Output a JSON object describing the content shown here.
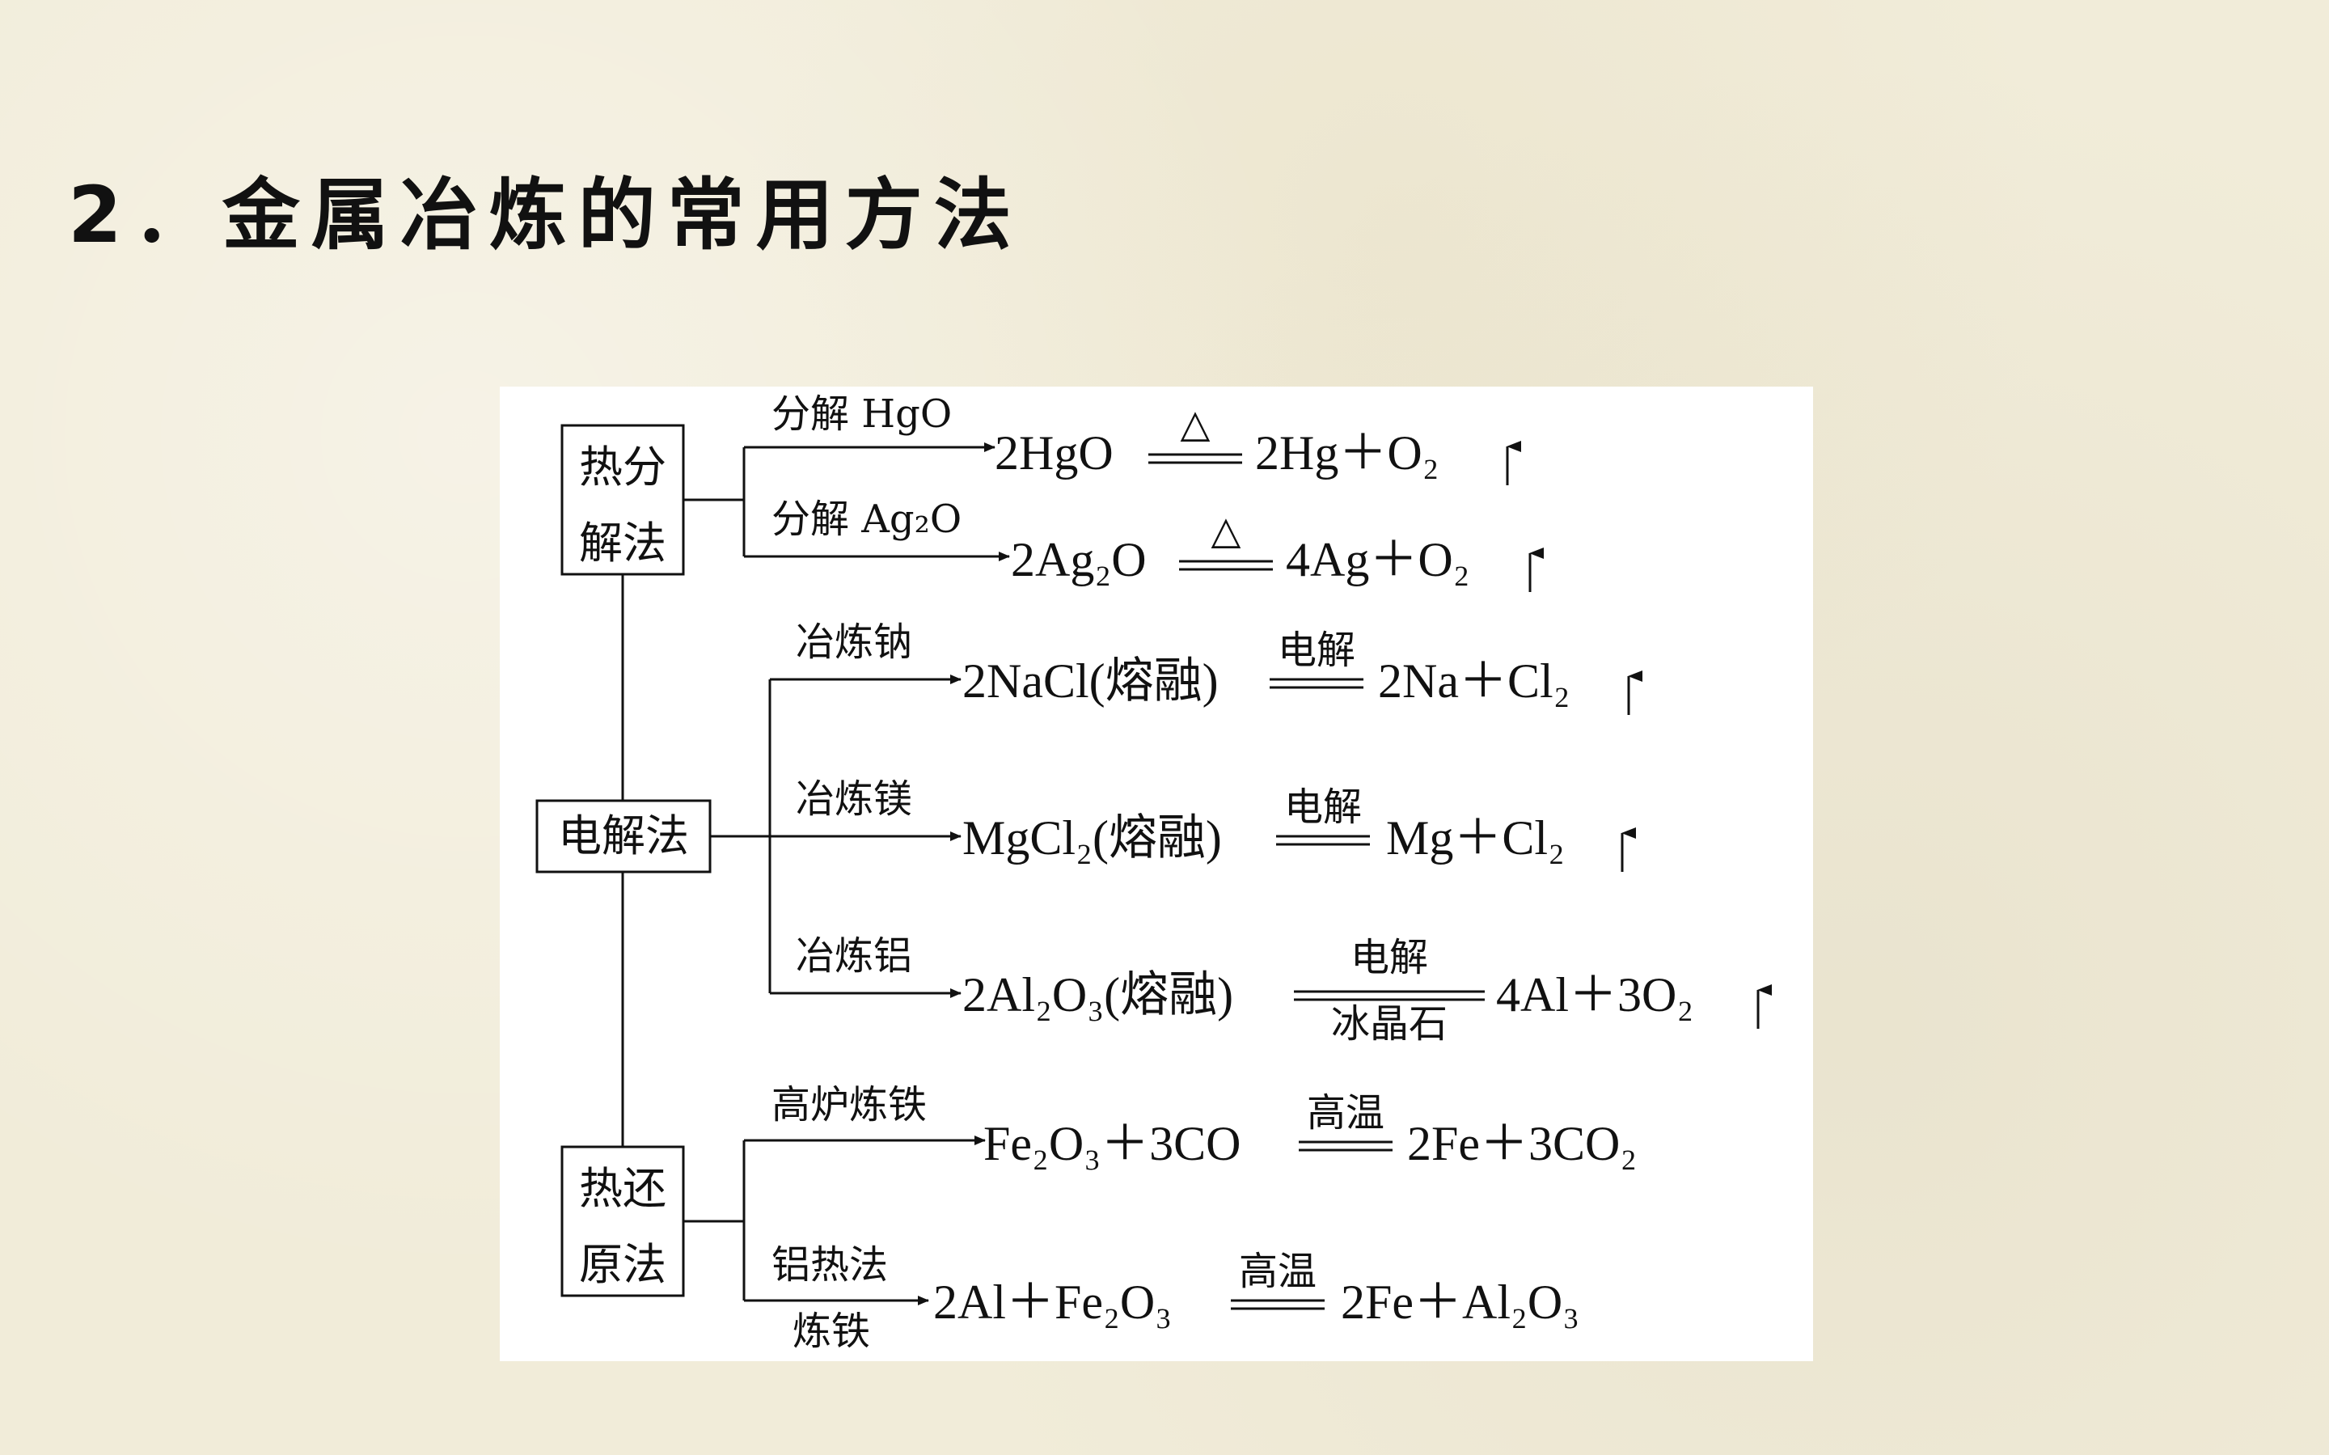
{
  "title": "2．金属冶炼的常用方法",
  "categories": {
    "thermal_decomposition": [
      "热分",
      "解法"
    ],
    "electrolysis": "电解法",
    "thermal_reduction": [
      "热还",
      "原法"
    ]
  },
  "branches": {
    "hgo": {
      "label": "分解 HgO",
      "lhs": "2HgO",
      "cond_top": "△",
      "rhs": "2Hg＋O₂"
    },
    "ag2o": {
      "label": "分解 Ag₂O",
      "lhs": "2Ag₂O",
      "cond_top": "△",
      "rhs": "4Ag＋O₂"
    },
    "na": {
      "label": "冶炼钠",
      "lhs": "2NaCl(熔融)",
      "cond_top": "电解",
      "rhs": "2Na＋Cl₂"
    },
    "mg": {
      "label": "冶炼镁",
      "lhs": "MgCl₂(熔融)",
      "cond_top": "电解",
      "rhs": "Mg＋Cl₂"
    },
    "al": {
      "label": "冶炼铝",
      "lhs": "2Al₂O₃(熔融)",
      "cond_top": "电解",
      "cond_bottom": "冰晶石",
      "rhs": "4Al＋3O₂"
    },
    "fe_blast": {
      "label": "高炉炼铁",
      "lhs": "Fe₂O₃＋3CO",
      "cond_top": "高温",
      "rhs": "2Fe＋3CO₂"
    },
    "fe_thermite": {
      "label_top": "铝热法",
      "label_bottom": "炼铁",
      "lhs": "2Al＋Fe₂O₃",
      "cond_top": "高温",
      "rhs": "2Fe＋Al₂O₃"
    }
  },
  "colors": {
    "background": "#f1ecd9",
    "diagram_bg": "#ffffff",
    "ink": "#111111"
  }
}
